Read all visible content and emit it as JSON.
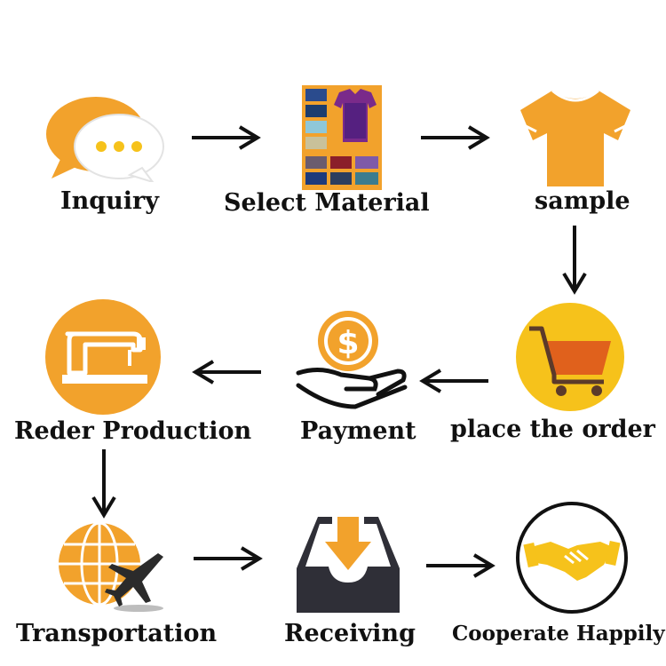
{
  "steps": [
    {
      "id": "inquiry",
      "label": "Inquiry",
      "icon": "speech-bubble-icon"
    },
    {
      "id": "select-material",
      "label": "Select Material",
      "icon": "fabric-swatch-icon"
    },
    {
      "id": "sample",
      "label": "sample",
      "icon": "t-shirt-icon"
    },
    {
      "id": "place-order",
      "label": "place the order",
      "icon": "shopping-cart-icon"
    },
    {
      "id": "payment",
      "label": "Payment",
      "icon": "hand-coin-icon"
    },
    {
      "id": "production",
      "label": "Reder Production",
      "icon": "sewing-machine-icon"
    },
    {
      "id": "transportation",
      "label": "Transportation",
      "icon": "globe-plane-icon"
    },
    {
      "id": "receiving",
      "label": "Receiving",
      "icon": "inbox-tray-icon"
    },
    {
      "id": "cooperate",
      "label": "Cooperate Happily",
      "icon": "handshake-icon"
    }
  ],
  "colors": {
    "orange": "#f2a22c",
    "yellow": "#f6c21b",
    "dark": "#2f2f37",
    "arrow": "#111111"
  }
}
